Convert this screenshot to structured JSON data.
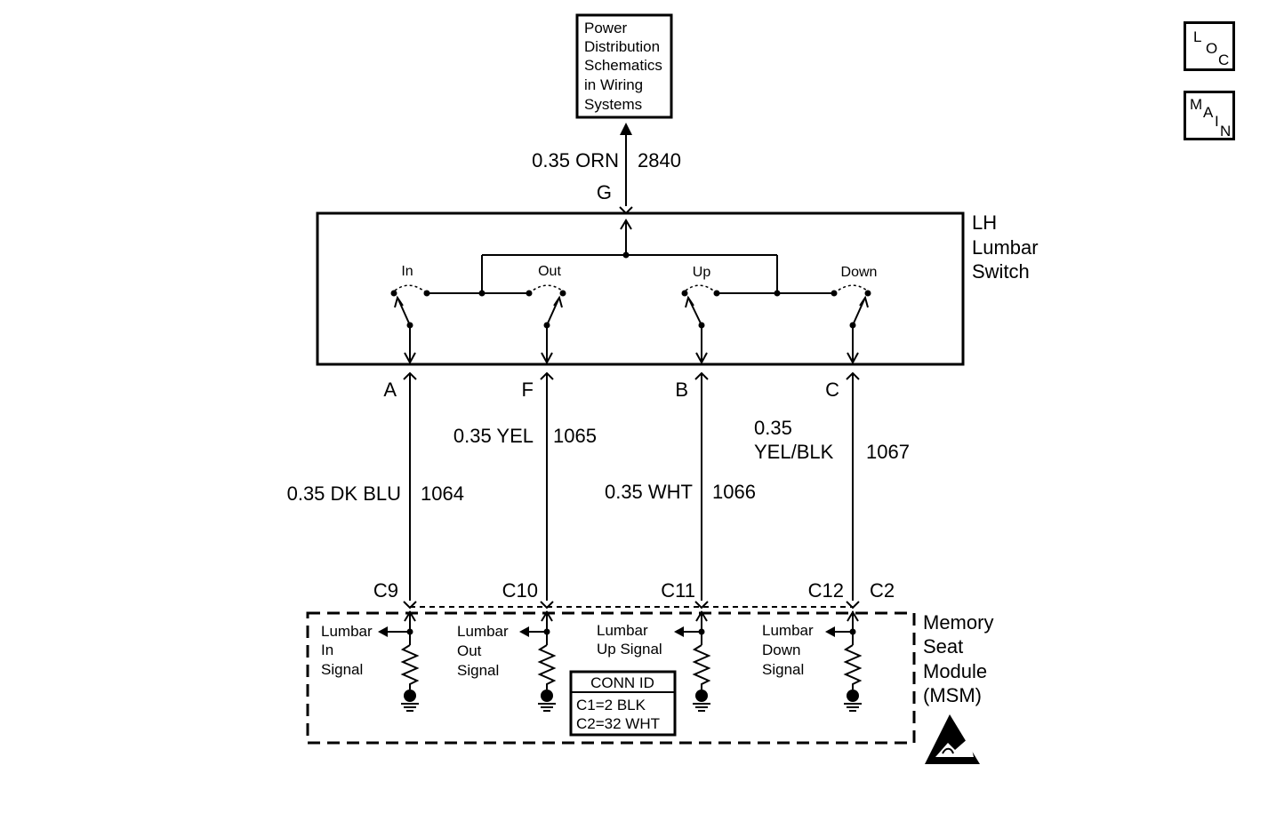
{
  "nav": {
    "loc": [
      "L",
      "O",
      "C"
    ],
    "main": [
      "M",
      "A",
      "I",
      "N"
    ]
  },
  "power_box": {
    "lines": [
      "Power",
      "Distribution",
      "Schematics",
      "in Wiring",
      "Systems"
    ]
  },
  "top_wire": {
    "label": "0.35 ORN",
    "circuit": "2840",
    "terminal": "G"
  },
  "switch": {
    "name_lines": [
      "LH",
      "Lumbar",
      "Switch"
    ],
    "contacts": [
      "In",
      "Out",
      "Up",
      "Down"
    ]
  },
  "wires": [
    {
      "terminal": "A",
      "label": "0.35 DK BLU",
      "circuit": "1064",
      "module_pin": "C9"
    },
    {
      "terminal": "F",
      "label": "0.35 YEL",
      "circuit": "1065",
      "module_pin": "C10"
    },
    {
      "terminal": "B",
      "label": "0.35 WHT",
      "circuit": "1066",
      "module_pin": "C11"
    },
    {
      "terminal": "C",
      "label_lines": [
        "0.35",
        "YEL/BLK"
      ],
      "circuit": "1067",
      "module_pin": "C12"
    }
  ],
  "module": {
    "connector": "C2",
    "name_lines": [
      "Memory",
      "Seat",
      "Module",
      "(MSM)"
    ],
    "signals": [
      {
        "lines": [
          "Lumbar",
          "In",
          "Signal"
        ]
      },
      {
        "lines": [
          "Lumbar",
          "Out",
          "Signal"
        ]
      },
      {
        "lines": [
          "Lumbar",
          "Up Signal"
        ]
      },
      {
        "lines": [
          "Lumbar",
          "Down",
          "Signal"
        ]
      }
    ]
  },
  "conn_id": {
    "title": "CONN ID",
    "lines": [
      "C1=2 BLK",
      "C2=32 WHT"
    ]
  }
}
